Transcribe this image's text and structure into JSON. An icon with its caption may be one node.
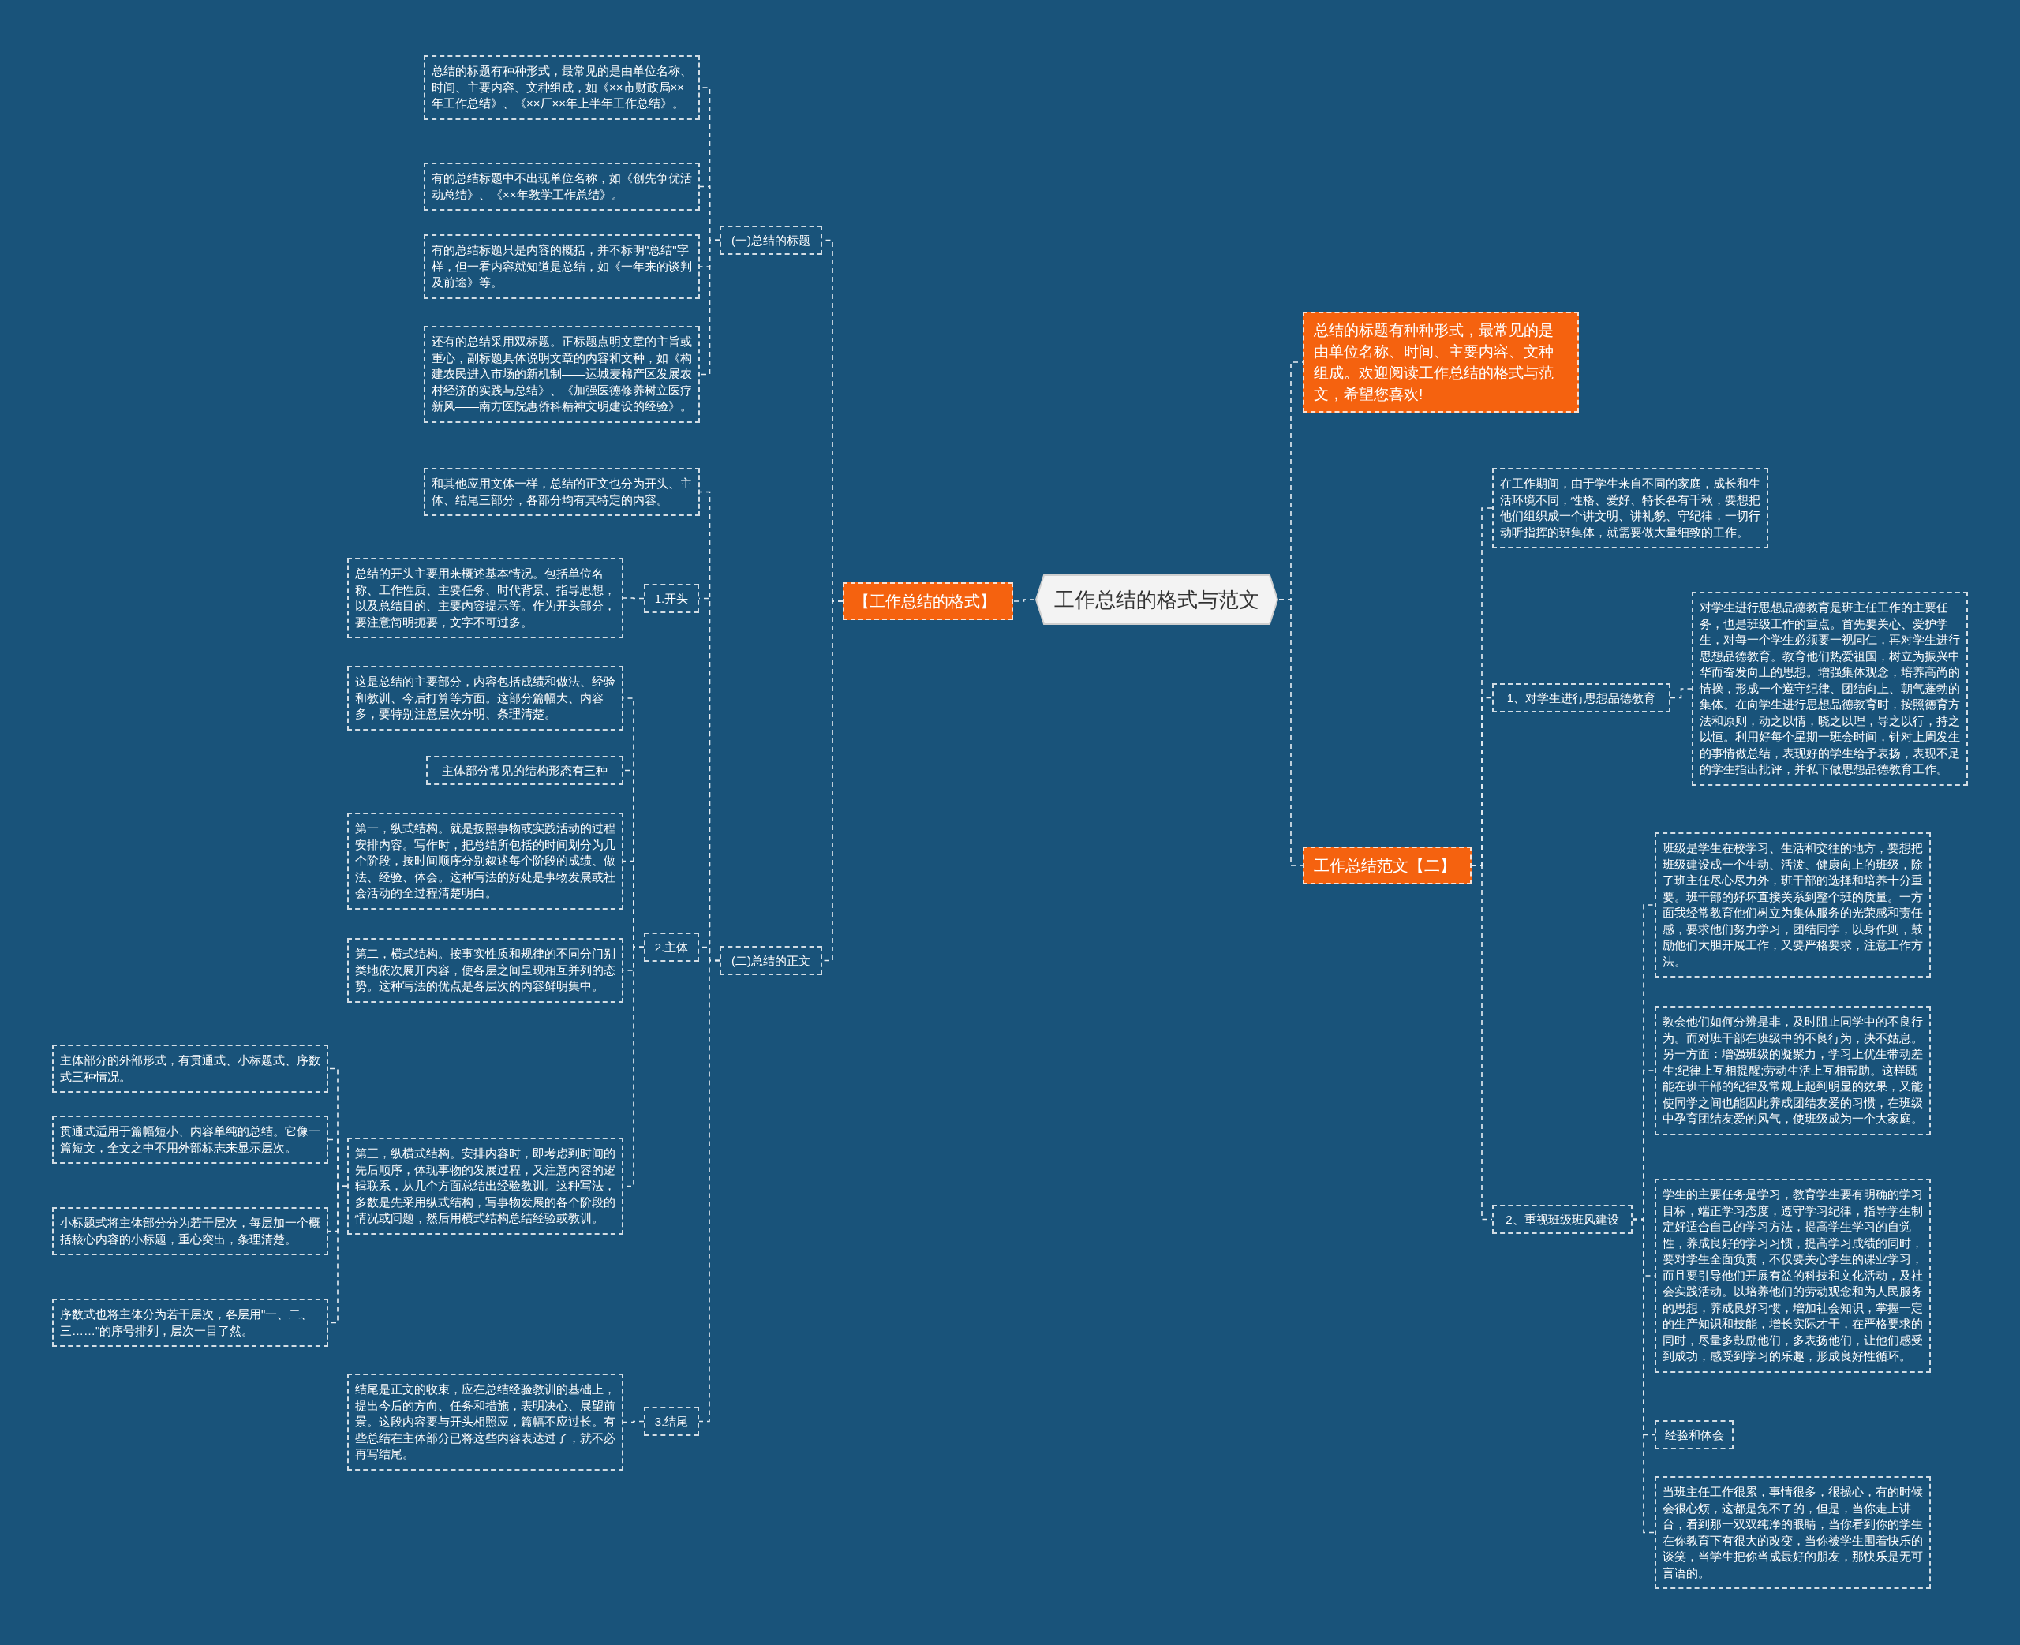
{
  "diagram": {
    "nodes": [
      {
        "text": [
          "工作总结的格式与范文"
        ]
      },
      {
        "text": [
          "【工作总结的格式】"
        ]
      },
      {
        "text": [
          "(一)总结的标题"
        ]
      },
      {
        "text": [
          "总结的标题有种种形式，最常见的是由单位名称、时间、主要内容、文种组成，如《××市财政局××年工作总结》、《××厂××年上半年工作总结》。"
        ]
      },
      {
        "text": [
          "有的总结标题中不出现单位名称，如《创先争优活动总结》、《××年教学工作总结》。"
        ]
      },
      {
        "text": [
          "有的总结标题只是内容的概括，并不标明\"总结\"字样，但一看内容就知道是总结，如《一年来的谈判及前途》等。"
        ]
      },
      {
        "text": [
          "还有的总结采用双标题。正标题点明文章的主旨或重心，副标题具体说明文章的内容和文种，如《构建农民进入市场的新机制——运城麦棉产区发展农村经济的实践与总结》、《加强医德修养树立医疗新风——南方医院惠侨科精神文明建设的经验》。"
        ]
      },
      {
        "text": [
          "(二)总结的正文"
        ]
      },
      {
        "text": [
          "和其他应用文体一样，总结的正文也分为开头、主体、结尾三部分，各部分均有其特定的内容。"
        ]
      },
      {
        "text": [
          "1.开头"
        ]
      },
      {
        "text": [
          "总结的开头主要用来概述基本情况。包括单位名称、工作性质、主要任务、时代背景、指导思想，以及总结目的、主要内容提示等。作为开头部分，要注意简明扼要，文字不可过多。"
        ]
      },
      {
        "text": [
          "2.主体"
        ]
      },
      {
        "text": [
          "这是总结的主要部分，内容包括成绩和做法、经验和教训、今后打算等方面。这部分篇幅大、内容多，要特别注意层次分明、条理清楚。"
        ]
      },
      {
        "text": [
          "主体部分常见的结构形态有三种"
        ]
      },
      {
        "text": [
          "第一，纵式结构。就是按照事物或实践活动的过程安排内容。写作时，把总结所包括的时间划分为几个阶段，按时间顺序分别叙述每个阶段的成绩、做法、经验、体会。这种写法的好处是事物发展或社会活动的全过程清楚明白。"
        ]
      },
      {
        "text": [
          "第二，横式结构。按事实性质和规律的不同分门别类地依次展开内容，使各层之间呈现相互并列的态势。这种写法的优点是各层次的内容鲜明集中。"
        ]
      },
      {
        "text": [
          "第三，纵横式结构。安排内容时，即考虑到时间的先后顺序，体现事物的发展过程，又注意内容的逻辑联系，从几个方面总结出经验教训。这种写法，多数是先采用纵式结构，写事物发展的各个阶段的情况或问题，然后用横式结构总结经验或教训。"
        ]
      },
      {
        "text": [
          "主体部分的外部形式，有贯通式、小标题式、序数式三种情况。"
        ]
      },
      {
        "text": [
          "贯通式适用于篇幅短小、内容单纯的总结。它像一篇短文，全文之中不用外部标志来显示层次。"
        ]
      },
      {
        "text": [
          "小标题式将主体部分分为若干层次，每层加一个概括核心内容的小标题，重心突出，条理清楚。"
        ]
      },
      {
        "text": [
          "序数式也将主体分为若干层次，各层用\"一、二、三……\"的序号排列，层次一目了然。"
        ]
      },
      {
        "text": [
          "3.结尾"
        ]
      },
      {
        "text": [
          "结尾是正文的收束，应在总结经验教训的基础上，提出今后的方向、任务和措施，表明决心、展望前景。这段内容要与开头相照应，篇幅不应过长。有些总结在主体部分已将这些内容表达过了，就不必再写结尾。"
        ]
      },
      {
        "text": [
          "总结的标题有种种形式，最常见的是由单位名称、时间、主要内容、文种组成。欢迎阅读工作总结的格式与范文，希望您喜欢!"
        ]
      },
      {
        "text": [
          "工作总结范文【二】"
        ]
      },
      {
        "text": [
          "在工作期间，由于学生来自不同的家庭，成长和生活环境不同，性格、爱好、特长各有千秋，要想把他们组织成一个讲文明、讲礼貌、守纪律，一切行动听指挥的班集体，就需要做大量细致的工作。"
        ]
      },
      {
        "text": [
          "1、对学生进行思想品德教育"
        ]
      },
      {
        "text": [
          "对学生进行思想品德教育是班主任工作的主要任务，也是班级工作的重点。首先要关心、爱护学生，对每一个学生必须要一视同仁，再对学生进行思想品德教育。教育他们热爱祖国，树立为振兴中华而奋发向上的思想。增强集体观念，培养高尚的情操，形成一个遵守纪律、团结向上、朝气蓬勃的集体。在向学生进行思想品德教育时，按照德育方法和原则，动之以情，晓之以理，导之以行，持之以恒。利用好每个星期一班会时间，针对上周发生的事情做总结，表现好的学生给予表扬，表现不足的学生指出批评，并私下做思想品德教育工作。"
        ]
      },
      {
        "text": [
          "2、重视班级班风建设"
        ]
      },
      {
        "text": [
          "班级是学生在校学习、生活和交往的地方，要想把班级建设成一个生动、活泼、健康向上的班级，除了班主任尽心尽力外，班干部的选择和培养十分重要。班干部的好坏直接关系到整个班的质量。一方面我经常教育他们树立为集体服务的光荣感和责任感，要求他们努力学习，团结同学，以身作则，鼓励他们大胆开展工作，又要严格要求，注意工作方法。"
        ]
      },
      {
        "text": [
          "教会他们如何分辨是非，及时阻止同学中的不良行为。而对班干部在班级中的不良行为，决不姑息。另一方面：增强班级的凝聚力，学习上优生带动差生;纪律上互相提醒;劳动生活上互相帮助。这样既能在班干部的纪律及常规上起到明显的效果，又能使同学之间也能因此养成团结友爱的习惯，在班级中孕育团结友爱的风气，使班级成为一个大家庭。"
        ]
      },
      {
        "text": [
          "学生的主要任务是学习，教育学生要有明确的学习目标，端正学习态度，遵守学习纪律，指导学生制定好适合自己的学习方法，提高学生学习的自觉性，养成良好的学习习惯，提高学习成绩的同时，要对学生全面负责，不仅要关心学生的课业学习，而且要引导他们开展有益的科技和文化活动，及社会实践活动。以培养他们的劳动观念和为人民服务的思想，养成良好习惯，增加社会知识，掌握一定的生产知识和技能，增长实际才干，在严格要求的同时，尽量多鼓励他们，多表扬他们，让他们感受到成功，感受到学习的乐趣，形成良好性循环。"
        ]
      },
      {
        "text": [
          "经验和体会"
        ]
      },
      {
        "text": [
          "当班主任工作很累，事情很多，很操心，有的时候会很心烦，这都是免不了的，但是，当你走上讲台，看到那一双双纯净的眼睛，当你看到你的学生在你教育下有很大的改变，当你被学生围着快乐的谈笑，当学生把你当成最好的朋友，那快乐是无可言语的。"
        ]
      }
    ],
    "edges": [
      {
        "from": 0,
        "to": 1,
        "arrow": "none"
      },
      {
        "from": 1,
        "to": 2,
        "arrow": "none"
      },
      {
        "from": 2,
        "to": 3,
        "arrow": "none"
      },
      {
        "from": 2,
        "to": 4,
        "arrow": "none"
      },
      {
        "from": 2,
        "to": 5,
        "arrow": "none"
      },
      {
        "from": 2,
        "to": 6,
        "arrow": "none"
      },
      {
        "from": 1,
        "to": 7,
        "arrow": "none"
      },
      {
        "from": 7,
        "to": 8,
        "arrow": "none"
      },
      {
        "from": 7,
        "to": 9,
        "arrow": "none"
      },
      {
        "from": 9,
        "to": 10,
        "arrow": "none"
      },
      {
        "from": 7,
        "to": 11,
        "arrow": "none"
      },
      {
        "from": 11,
        "to": 12,
        "arrow": "none"
      },
      {
        "from": 11,
        "to": 13,
        "arrow": "none"
      },
      {
        "from": 11,
        "to": 14,
        "arrow": "none"
      },
      {
        "from": 11,
        "to": 15,
        "arrow": "none"
      },
      {
        "from": 11,
        "to": 16,
        "arrow": "none"
      },
      {
        "from": 16,
        "to": 17,
        "arrow": "none"
      },
      {
        "from": 16,
        "to": 18,
        "arrow": "none"
      },
      {
        "from": 16,
        "to": 19,
        "arrow": "none"
      },
      {
        "from": 16,
        "to": 20,
        "arrow": "none"
      },
      {
        "from": 7,
        "to": 21,
        "arrow": "none"
      },
      {
        "from": 21,
        "to": 22,
        "arrow": "none"
      },
      {
        "from": 0,
        "to": 23,
        "arrow": "none"
      },
      {
        "from": 0,
        "to": 24,
        "arrow": "none"
      },
      {
        "from": 24,
        "to": 25,
        "arrow": "none"
      },
      {
        "from": 24,
        "to": 26,
        "arrow": "none"
      },
      {
        "from": 26,
        "to": 27,
        "arrow": "none"
      },
      {
        "from": 24,
        "to": 28,
        "arrow": "none"
      },
      {
        "from": 28,
        "to": 29,
        "arrow": "none"
      },
      {
        "from": 28,
        "to": 30,
        "arrow": "none"
      },
      {
        "from": 28,
        "to": 31,
        "arrow": "none"
      },
      {
        "from": 28,
        "to": 32,
        "arrow": "none"
      },
      {
        "from": 28,
        "to": 33,
        "arrow": "none"
      }
    ]
  }
}
